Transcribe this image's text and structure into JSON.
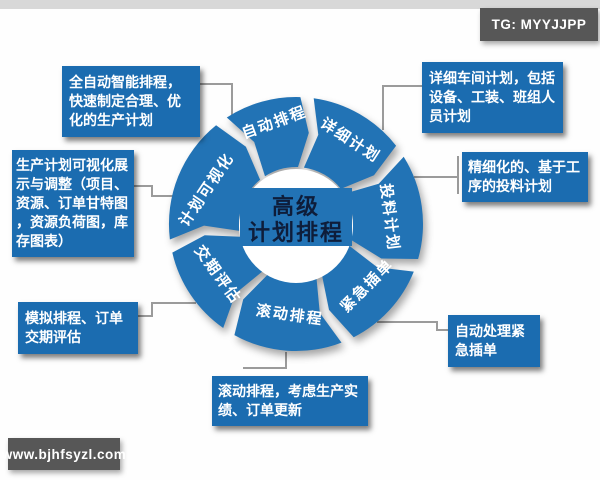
{
  "page": {
    "top_strip_color": "#d8d8d8"
  },
  "watermarks": {
    "telegram": "TG: MYYJJPP",
    "website": "www.bjhfsyzl.com"
  },
  "diagram": {
    "center_title": {
      "line1": "高级",
      "line2": "计划排程"
    },
    "colors": {
      "ring": "#2273b5",
      "ring_text": "#ffffff",
      "center_text": "#0e1d3a",
      "callout_bg": "#1b6cb0",
      "callout_text": "#ffffff",
      "connector": "#9b9b9b",
      "watermark_bg": "#575757",
      "inner_circle": "#ffffff"
    },
    "segments": [
      {
        "id": "auto-scheduling",
        "label": "自动排程",
        "start": 327,
        "end": 362,
        "labelAngle": 348,
        "labelRadius": 103,
        "rot": -20
      },
      {
        "id": "detailed-plan",
        "label": "详细计划",
        "start": 8,
        "end": 52,
        "labelAngle": 33,
        "labelRadius": 99,
        "rot": 33
      },
      {
        "id": "material-plan",
        "label": "投料计划",
        "start": 58,
        "end": 106,
        "labelAngle": 86,
        "labelRadius": 93,
        "rot": 83
      },
      {
        "id": "urgent-insert",
        "label": "紧急插单",
        "start": 112,
        "end": 153,
        "labelAngle": 131,
        "labelRadius": 95,
        "rot": -45
      },
      {
        "id": "rolling-scheduling",
        "label": "滚动排程",
        "start": 159,
        "end": 209,
        "labelAngle": 184,
        "labelRadius": 92,
        "rot": 8
      },
      {
        "id": "delivery-evaluation",
        "label": "交期评估",
        "start": 215,
        "end": 257,
        "labelAngle": 237,
        "labelRadius": 94,
        "rot": 54
      },
      {
        "id": "plan-visualization",
        "label": "计划可视化",
        "start": 263,
        "end": 321,
        "labelAngle": 291,
        "labelRadius": 95,
        "rot": -56
      }
    ],
    "callouts": [
      {
        "id": "auto-scheduling-note",
        "text": "全自动智能排程，快速制定合理、优化的生产计划"
      },
      {
        "id": "plan-visualization-note",
        "text": "生产计划可视化展示与调整（项目、资源、订单甘特图，资源负荷图，库存图表）"
      },
      {
        "id": "delivery-evaluation-note",
        "text": "模拟排程、订单交期评估"
      },
      {
        "id": "detailed-plan-note",
        "text": "详细车间计划，包括设备、工装、班组人员计划"
      },
      {
        "id": "material-plan-note",
        "text": "精细化的、基于工序的投料计划"
      },
      {
        "id": "urgent-insert-note",
        "text": "自动处理紧急插单"
      },
      {
        "id": "rolling-scheduling-note",
        "text": "滚动排程，考虑生产实绩、订单更新"
      }
    ]
  }
}
